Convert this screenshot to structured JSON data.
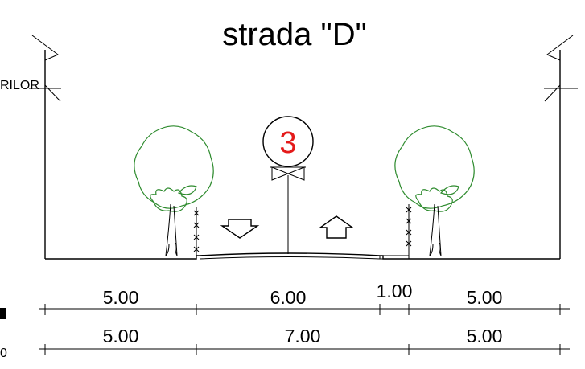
{
  "title": "strada \"D\"",
  "left_label": "RILOR",
  "left_fragment": "0",
  "badge_number": "3",
  "dimensions": {
    "row1": [
      "5.00",
      "6.00",
      "1.00",
      "5.00"
    ],
    "row2": [
      "5.00",
      "7.00",
      "5.00"
    ]
  },
  "colors": {
    "badge_text": "#e41a1a",
    "tree": "#2e8b2e",
    "line": "#000000"
  }
}
